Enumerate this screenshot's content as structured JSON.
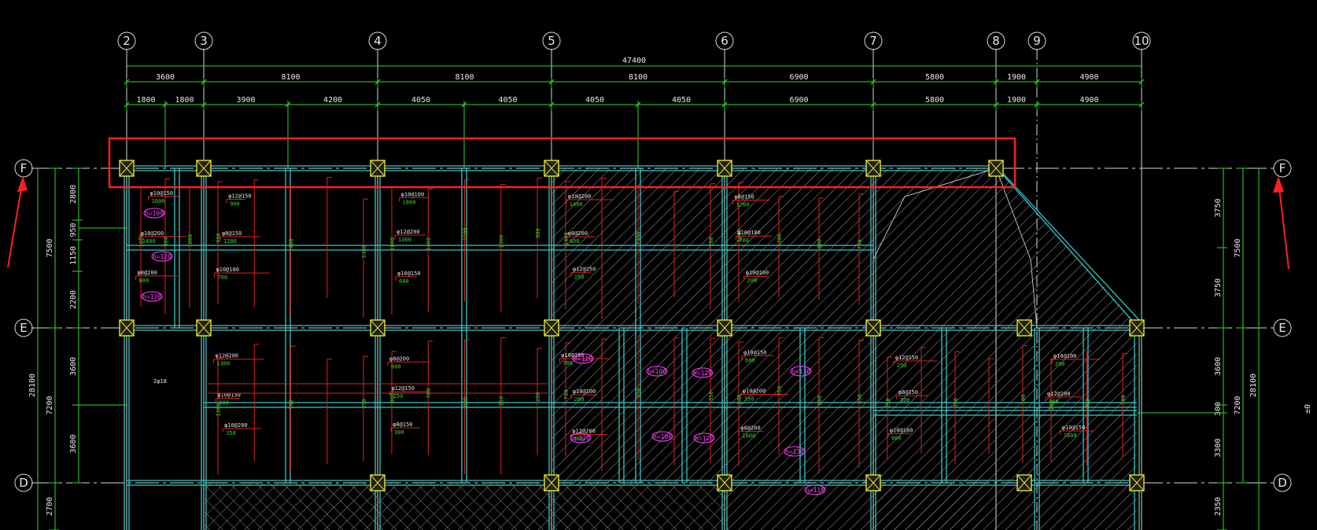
{
  "colors": {
    "background": "#000000",
    "axis_line": "#d8d8d8",
    "dim_line": "#2fd72f",
    "beam": "#37c6c6",
    "rebar": "#e02020",
    "column": "#e6e23a",
    "highlight": "#ff2020",
    "magenta": "#ff40ff"
  },
  "axes": {
    "vertical": [
      "2",
      "3",
      "4",
      "5",
      "6",
      "7",
      "8",
      "9",
      "10"
    ],
    "horizontal": [
      "F",
      "E",
      "D"
    ]
  },
  "dimensions": {
    "total": "47400",
    "row1": [
      "3600",
      "8100",
      "8100",
      "8100",
      "6900",
      "5800",
      "1900",
      "4900"
    ],
    "row2": [
      "1800",
      "1800",
      "3900",
      "4200",
      "4050",
      "4050",
      "4050",
      "4050",
      "6900",
      "5800",
      "1900",
      "4900"
    ],
    "left_outer": [
      "7500",
      "7200",
      "2700"
    ],
    "left_total": "28100",
    "left_inner": [
      "2800",
      "950",
      "1150",
      "2200",
      "3600",
      "3600"
    ],
    "right_inner": [
      "3750",
      "3750",
      "3600",
      "300",
      "3300",
      "2350"
    ],
    "right_outer": [
      "7500",
      "7200"
    ],
    "right_total": "28100",
    "partial_mark": "±0"
  },
  "annotations": {
    "rebar_labels": [
      "φ10@150",
      "φ10@200",
      "φ8@200",
      "φ12@150",
      "φ8@150",
      "φ10@180",
      "φ10@100",
      "φ12@200"
    ],
    "lengths": [
      "1000",
      "900",
      "1800",
      "1400",
      "1200",
      "1300",
      "800",
      "700",
      "600",
      "250",
      "200",
      "350",
      "300",
      "100"
    ],
    "slab_tags": [
      "h=100",
      "h=120",
      "h=130",
      "h=110"
    ],
    "small_text": "2φ18"
  }
}
